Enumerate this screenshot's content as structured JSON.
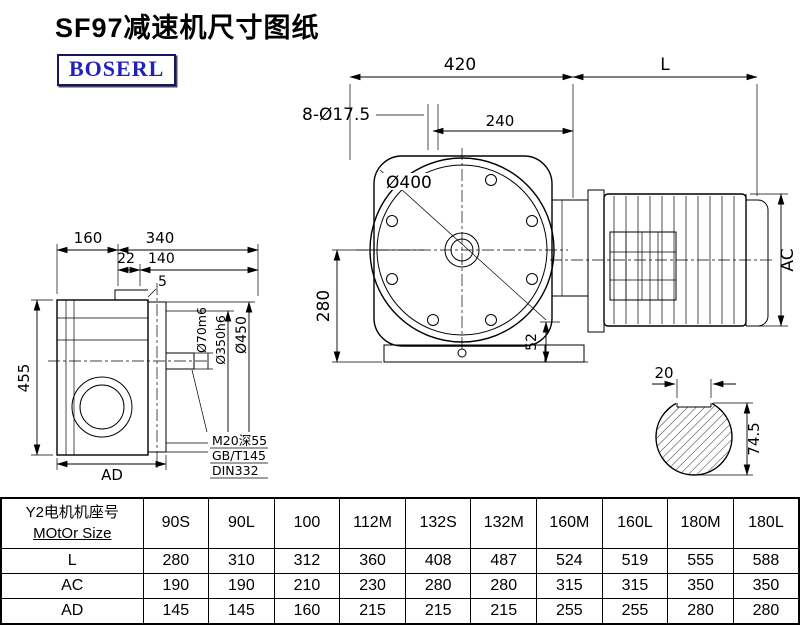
{
  "header": {
    "title": "SF97减速机尺寸图纸",
    "logo": "BOSERL"
  },
  "drawing": {
    "front_view": {
      "dim_420": "420",
      "bolt_note": "8-Ø17.5",
      "dim_240": "240",
      "flange_dia": "Ø400",
      "dim_280": "280",
      "dim_52": "52"
    },
    "motor_view": {
      "dim_L": "L",
      "dim_AC": "AC"
    },
    "side_view": {
      "dim_160": "160",
      "dim_340": "340",
      "dim_22": "22",
      "dim_140": "140",
      "dim_5": "5",
      "dim_455": "455",
      "dim_AD": "AD",
      "shaft_dia": "Ø70m6",
      "spigot_dia": "Ø350h6",
      "flange_od": "Ø450",
      "tap_note": "M20深55",
      "std_note1": "GB/T145",
      "std_note2": "DIN332"
    },
    "shaft_section": {
      "dim_20": "20",
      "dim_74_5": "74.5"
    }
  },
  "table": {
    "row_header_line1": "Y2电机机座号",
    "row_header_line2": "MOtOr Size",
    "columns": [
      "90S",
      "90L",
      "100",
      "112M",
      "132S",
      "132M",
      "160M",
      "160L",
      "180M",
      "180L"
    ],
    "rows": [
      {
        "label": "L",
        "values": [
          "280",
          "310",
          "312",
          "360",
          "408",
          "487",
          "524",
          "519",
          "555",
          "588"
        ]
      },
      {
        "label": "AC",
        "values": [
          "190",
          "190",
          "210",
          "230",
          "280",
          "280",
          "315",
          "315",
          "350",
          "350"
        ]
      },
      {
        "label": "AD",
        "values": [
          "145",
          "145",
          "160",
          "215",
          "215",
          "215",
          "255",
          "255",
          "280",
          "280"
        ]
      }
    ]
  }
}
